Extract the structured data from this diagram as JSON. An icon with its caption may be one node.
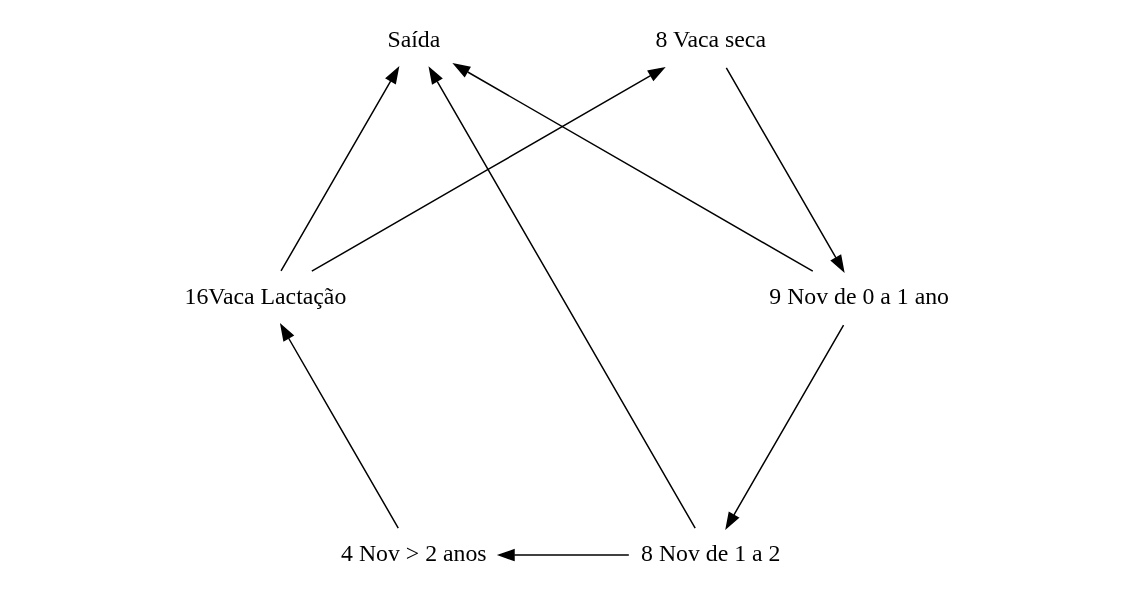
{
  "diagram": {
    "nodes": [
      {
        "text": [
          "16Vaca Lactação"
        ]
      },
      {
        "text": [
          "8 Vaca seca"
        ]
      },
      {
        "text": [
          "Saída"
        ]
      },
      {
        "text": [
          "4 Nov > 2 anos"
        ]
      },
      {
        "text": [
          "9 Nov de 0 a 1 ano"
        ]
      },
      {
        "text": [
          "8 Nov de 1 a 2"
        ]
      }
    ],
    "edges": [
      {
        "from": 0,
        "to": 1,
        "arrow": "to"
      },
      {
        "from": 1,
        "to": 4,
        "arrow": "to"
      },
      {
        "from": 4,
        "to": 5,
        "arrow": "to"
      },
      {
        "from": 5,
        "to": 3,
        "arrow": "to"
      },
      {
        "from": 3,
        "to": 0,
        "arrow": "to"
      },
      {
        "from": 0,
        "to": 2,
        "arrow": "to"
      },
      {
        "from": 4,
        "to": 2,
        "arrow": "to"
      },
      {
        "from": 5,
        "to": 2,
        "arrow": "to"
      }
    ]
  }
}
